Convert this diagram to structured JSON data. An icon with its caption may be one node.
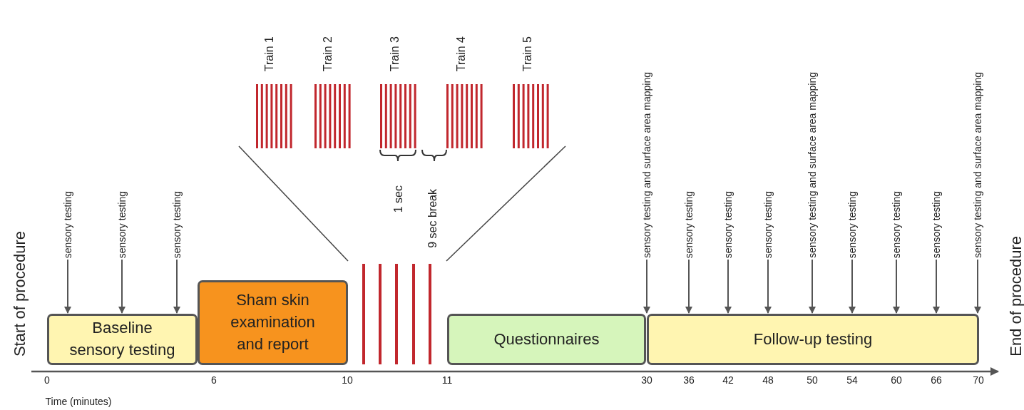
{
  "diagram": {
    "nodes": [
      {
        "text": [
          "Baseline sensory testing"
        ]
      },
      {
        "text": [
          "Sham skin examination and report"
        ]
      },
      {
        "text": [
          "Questionnaires"
        ]
      },
      {
        "text": [
          "Follow-up testing"
        ]
      },
      {
        "text": [
          "sensory testing"
        ]
      },
      {
        "text": [
          "sensory testing"
        ]
      },
      {
        "text": [
          "sensory testing"
        ]
      },
      {
        "text": [
          "sensory testing and surface area mapping"
        ]
      },
      {
        "text": [
          "sensory testing"
        ]
      },
      {
        "text": [
          "sensory testing"
        ]
      },
      {
        "text": [
          "sensory testing"
        ]
      },
      {
        "text": [
          "sensory testing and surface area mapping"
        ]
      },
      {
        "text": [
          "sensory testing"
        ]
      },
      {
        "text": [
          "sensory testing"
        ]
      },
      {
        "text": [
          "sensory testing"
        ]
      },
      {
        "text": [
          "sensory testing and surface area mapping"
        ]
      }
    ],
    "edges": [
      {
        "from": 4,
        "to": 0,
        "arrow": "to"
      },
      {
        "from": 5,
        "to": 0,
        "arrow": "to"
      },
      {
        "from": 6,
        "to": 0,
        "arrow": "to"
      },
      {
        "from": 7,
        "to": 3,
        "arrow": "to"
      },
      {
        "from": 8,
        "to": 3,
        "arrow": "to"
      },
      {
        "from": 9,
        "to": 3,
        "arrow": "to"
      },
      {
        "from": 10,
        "to": 3,
        "arrow": "to"
      },
      {
        "from": 11,
        "to": 3,
        "arrow": "to"
      },
      {
        "from": 12,
        "to": 3,
        "arrow": "to"
      },
      {
        "from": 13,
        "to": 3,
        "arrow": "to"
      },
      {
        "from": 14,
        "to": 3,
        "arrow": "to"
      },
      {
        "from": 15,
        "to": 3,
        "arrow": "to"
      }
    ],
    "labels": [
      "Train 1",
      "Train 2",
      "Train 3",
      "Train 4",
      "Train 5",
      "1 sec",
      "9 sec break",
      "Start of procedure",
      "End of procedure",
      "0",
      "6",
      "10",
      "11",
      "30",
      "36",
      "42",
      "48",
      "50",
      "54",
      "60",
      "66",
      "70",
      "Time (minutes)"
    ]
  }
}
